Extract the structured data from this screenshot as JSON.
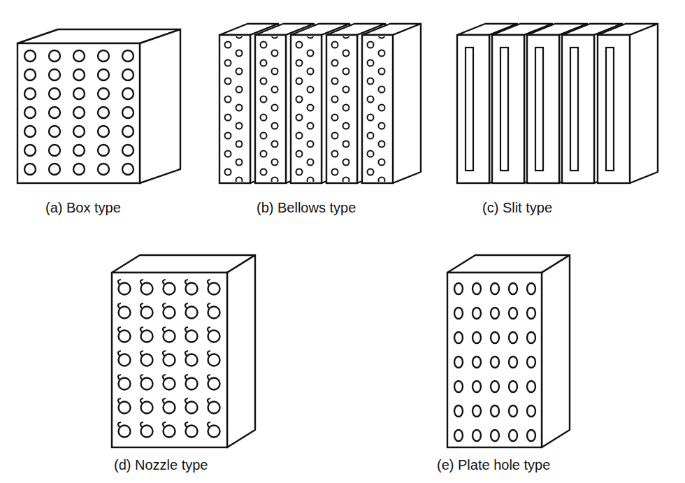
{
  "diagram": {
    "labels": [
      "(a) Box type",
      "(b) Bellows type",
      "(c) Slit type",
      "(d) Nozzle type",
      "(e) Plate hole type"
    ]
  }
}
